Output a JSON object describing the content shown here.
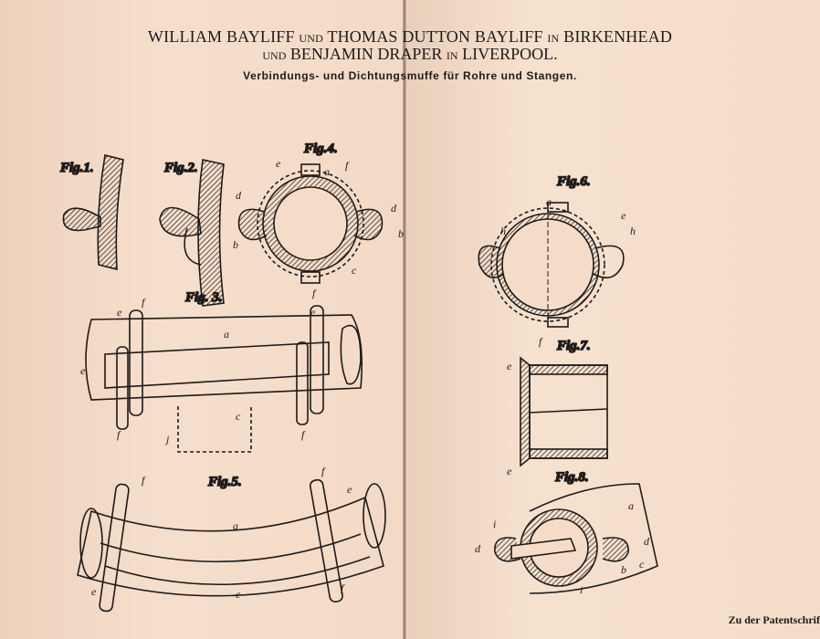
{
  "header": {
    "line1": {
      "a": "WILLIAM BAYLIFF",
      "b": "und",
      "c": "THOMAS DUTTON BAYLIFF",
      "d": "in",
      "e": "BIRKENHEAD"
    },
    "line2": {
      "a": "und",
      "b": "BENJAMIN DRAPER",
      "c": "in",
      "d": "LIVERPOOL."
    },
    "subtitle": "Verbindungs- und Dichtungsmuffe für Rohre und Stangen."
  },
  "figures": {
    "fig1": "Fig.1.",
    "fig2": "Fig.2.",
    "fig3": "Fig. 3.",
    "fig4": "Fig.4.",
    "fig5": "Fig.5.",
    "fig6": "Fig.6.",
    "fig7": "Fig.7.",
    "fig8": "Fig.8."
  },
  "letters": [
    "a",
    "b",
    "c",
    "d",
    "e",
    "f",
    "h",
    "i",
    "j"
  ],
  "footer": "Zu der Patentschrift"
}
